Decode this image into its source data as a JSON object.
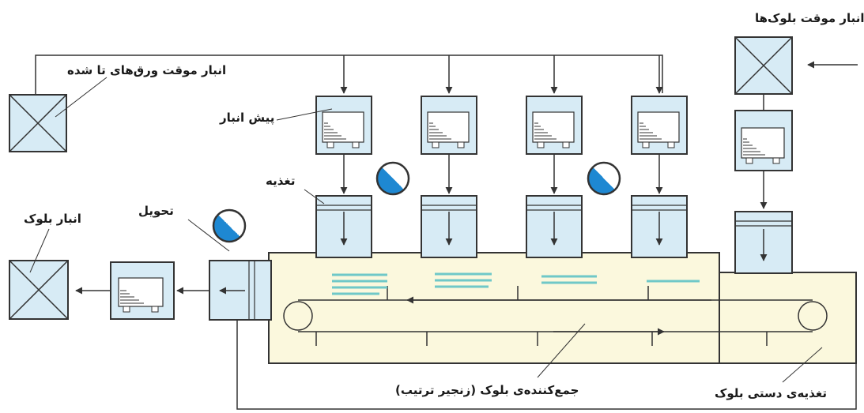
{
  "labels": {
    "temp_block_storage": "انبار موقت بلوک‌ها",
    "temp_folded_sheet_storage": "انبار موقت ورق‌های تا شده",
    "pre_storage": "پیش انبار",
    "feed": "تغذیه",
    "delivery": "تحویل",
    "block_storage": "انبار بلوک",
    "gatherer": "جمع‌کننده‌ی بلوک (زنجیر ترتیب)",
    "manual_block_feed": "تغذیه‌ی دستی بلوک"
  },
  "colors": {
    "box_fill": "#d7ebf5",
    "stroke": "#333333",
    "conveyor_fill": "#fbf8dd",
    "sensor_blue": "#1e88d2",
    "signature_lines": "#6fc8c8"
  },
  "icons": {
    "storage": "x-box-icon",
    "sensor": "photo-sensor-icon",
    "arrow": "arrow-icon"
  }
}
